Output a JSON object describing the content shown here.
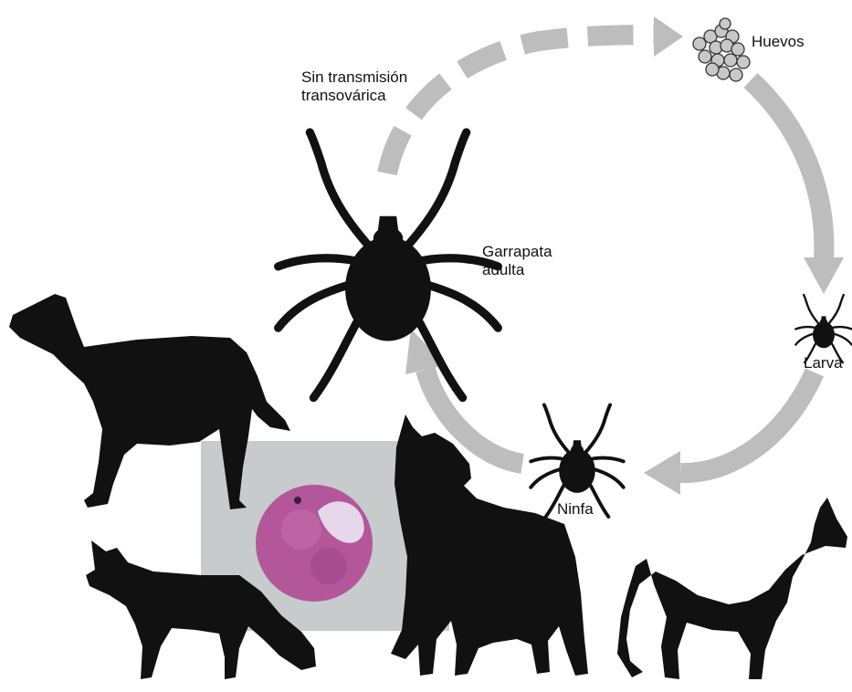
{
  "labels": {
    "no_transmission_line1": "Sin transmisión",
    "no_transmission_line2": "transovárica",
    "eggs": "Huevos",
    "adult_line1": "Garrapata",
    "adult_line2": "adulta",
    "larva": "Larva",
    "nymph": "Ninfa"
  },
  "icons": {
    "eggs": "egg-cluster-icon",
    "larva": "tick-icon",
    "nymph": "tick-icon",
    "adult": "tick-icon",
    "hosts": [
      "dog-silhouette",
      "fox-silhouette",
      "wolf-silhouette",
      "jackal-silhouette"
    ],
    "micrograph": "infected-cell-micrograph"
  },
  "colors": {
    "arrow": "#bdbdbd",
    "silhouette": "#111111",
    "micrograph_bg": "#c7cbcc",
    "cell": "#b3579a",
    "inclusion": "#e6d7ea"
  }
}
